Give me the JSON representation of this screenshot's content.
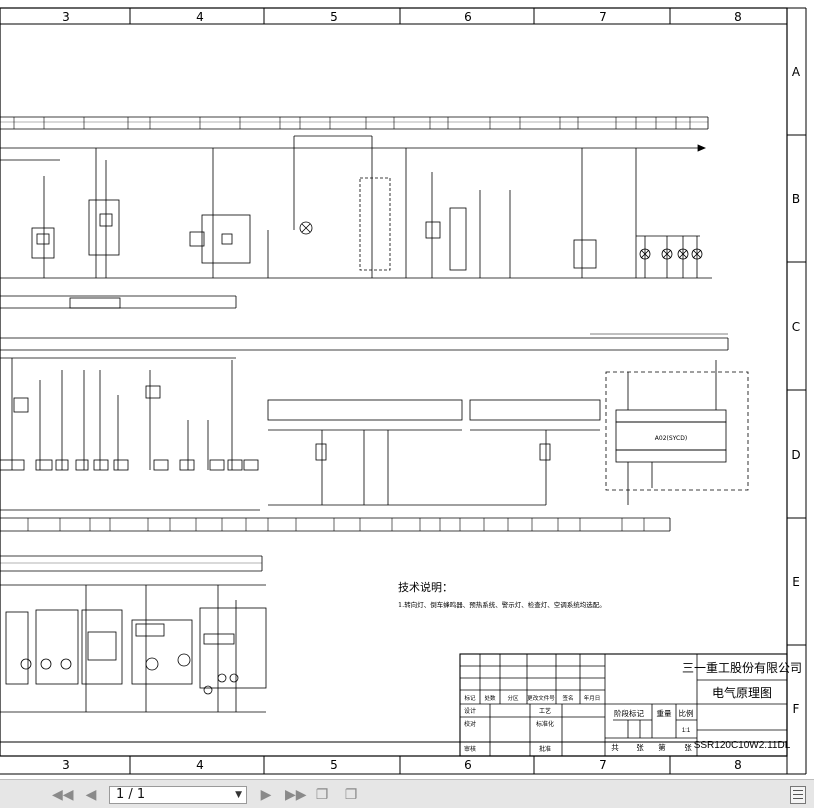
{
  "drawing": {
    "grid_columns": [
      "3",
      "4",
      "5",
      "6",
      "7",
      "8"
    ],
    "grid_rows": [
      "A",
      "B",
      "C",
      "D",
      "E",
      "F"
    ],
    "tech_note_title": "技术说明：",
    "tech_note_body": "1.转向灯、倒车蜂鸣器、预热系统、警示灯、检查灯、空调系统均选配。",
    "module_label": "A02(SYCD)",
    "title_block": {
      "company": "三一重工股份有限公司",
      "drawing_title": "电气原理图",
      "drawing_number": "SSR120C10W2.11DL",
      "stage_mark": "阶段标记",
      "weight": "重量",
      "scale": "比例",
      "scale_value": "1:1",
      "total": "共",
      "sheets": "张",
      "sheet_no": "第",
      "sheet": "张",
      "designer": "设计",
      "checker": "校对",
      "reviewer": "审核",
      "process": "工艺",
      "standard": "标准化",
      "approval": "批准",
      "mark": "标记",
      "count": "处数",
      "zone": "分区",
      "change_doc": "更改文件号",
      "sign": "签名",
      "date": "年月日"
    }
  },
  "viewer": {
    "page_indicator": "1 / 1"
  }
}
